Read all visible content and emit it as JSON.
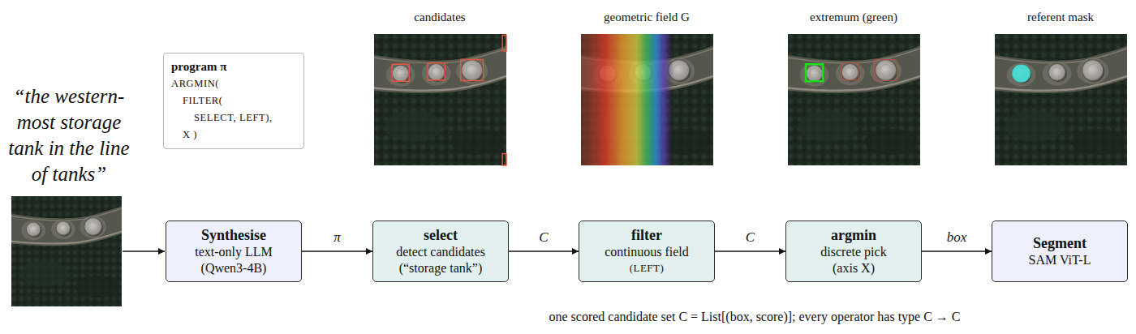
{
  "diagram": {
    "nodes": [
      {
        "text": [
          "program π",
          "ARGMIN(",
          "FILTER(",
          "SELECT, LEFT),",
          "X )"
        ]
      },
      {
        "text": [
          "Synthesise",
          "text-only LLM",
          "(Qwen3-4B)"
        ]
      },
      {
        "text": [
          "select",
          "detect candidates",
          "(“storage tank”)"
        ]
      },
      {
        "text": [
          "filter",
          "continuous field",
          "(LEFT)"
        ]
      },
      {
        "text": [
          "argmin",
          "discrete pick",
          "(axis X)"
        ]
      },
      {
        "text": [
          "Segment",
          "SAM ViT-L"
        ]
      }
    ],
    "edges": [
      {
        "from": 1,
        "to": 2,
        "arrow": "to",
        "label": "π"
      },
      {
        "from": 2,
        "to": 3,
        "arrow": "to",
        "label": "C"
      },
      {
        "from": 3,
        "to": 4,
        "arrow": "to",
        "label": "C"
      },
      {
        "from": 4,
        "to": 5,
        "arrow": "to",
        "label": "box"
      }
    ],
    "labels": [
      "“the western-most storage tank in the line of tanks”",
      "candidates",
      "geometric field G",
      "extremum (green)",
      "referent mask",
      "one scored candidate set C = List[(box, score)]; every operator has type C → C"
    ]
  }
}
